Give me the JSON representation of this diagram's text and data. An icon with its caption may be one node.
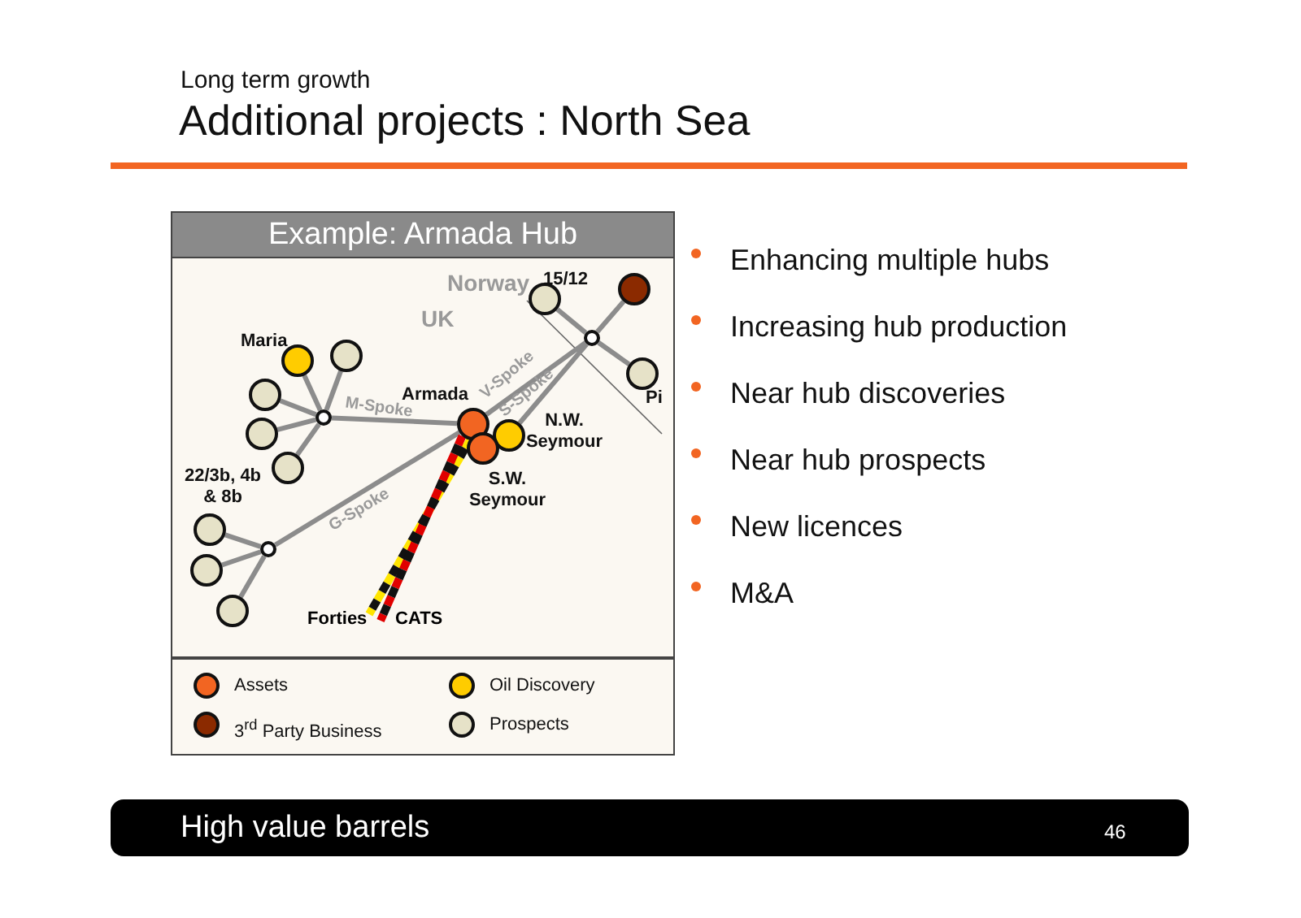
{
  "diagram": {
    "title": "Additional projects : North Sea",
    "nodes": [
      {
        "text": [
          "Example: Armada Hub"
        ]
      },
      {
        "text": [],
        "shape": "circle",
        "in": 0,
        "beside": [
          "Maria"
        ]
      },
      {
        "text": [],
        "shape": "circle",
        "in": 0
      },
      {
        "text": [],
        "shape": "circle",
        "in": 0
      },
      {
        "text": [],
        "shape": "circle",
        "in": 0
      },
      {
        "text": [],
        "shape": "circle",
        "in": 0
      },
      {
        "text": [],
        "shape": "circle",
        "in": 0
      },
      {
        "text": [],
        "shape": "circle",
        "in": 0,
        "beside": [
          "Armada"
        ]
      },
      {
        "text": [],
        "shape": "circle",
        "in": 0,
        "beside": [
          "N.W. Seymour"
        ]
      },
      {
        "text": [],
        "shape": "circle",
        "in": 0,
        "beside": [
          "S.W. Seymour"
        ]
      },
      {
        "text": [],
        "shape": "circle",
        "in": 0,
        "beside": [
          "15/12"
        ]
      },
      {
        "text": [],
        "shape": "circle",
        "in": 0
      },
      {
        "text": [],
        "shape": "circle",
        "in": 0
      },
      {
        "text": [],
        "shape": "circle",
        "in": 0,
        "beside": [
          "Pi"
        ]
      },
      {
        "text": [],
        "shape": "circle",
        "in": 0,
        "beside": [
          "22/3b, 4b & 8b"
        ]
      },
      {
        "text": [],
        "shape": "circle",
        "in": 0
      },
      {
        "text": [],
        "shape": "circle",
        "in": 0
      },
      {
        "text": [],
        "shape": "circle",
        "in": 0
      },
      {
        "text": [
          "Forties"
        ],
        "in": 0
      },
      {
        "text": [
          "CATS"
        ],
        "in": 0
      }
    ],
    "edges": [
      {
        "from": 6,
        "to": 1,
        "arrow": "none"
      },
      {
        "from": 6,
        "to": 2,
        "arrow": "none"
      },
      {
        "from": 6,
        "to": 3,
        "arrow": "none"
      },
      {
        "from": 6,
        "to": 4,
        "arrow": "none"
      },
      {
        "from": 6,
        "to": 5,
        "arrow": "none"
      },
      {
        "from": 6,
        "to": 7,
        "arrow": "none",
        "label": "M-Spoke"
      },
      {
        "from": 7,
        "to": 12,
        "arrow": "none",
        "label": "V-Spoke"
      },
      {
        "from": 8,
        "to": 12,
        "arrow": "none",
        "label": "S-Spoke"
      },
      {
        "from": 12,
        "to": 10,
        "arrow": "none"
      },
      {
        "from": 12,
        "to": 11,
        "arrow": "none"
      },
      {
        "from": 12,
        "to": 13,
        "arrow": "none"
      },
      {
        "from": 17,
        "to": 14,
        "arrow": "none"
      },
      {
        "from": 17,
        "to": 15,
        "arrow": "none"
      },
      {
        "from": 17,
        "to": 16,
        "arrow": "none"
      },
      {
        "from": 17,
        "to": 7,
        "arrow": "none",
        "label": "G-Spoke"
      },
      {
        "from": 7,
        "to": 18,
        "arrow": "none",
        "style": "dashed",
        "color": "#ffe500"
      },
      {
        "from": 7,
        "to": 19,
        "arrow": "none",
        "style": "dashed",
        "color": "#e00000"
      }
    ],
    "labels": [
      "Long term growth",
      "Norway",
      "UK",
      "Enhancing multiple hubs",
      "Increasing hub production",
      "Near hub discoveries",
      "Near hub prospects",
      "New licences",
      "M&A",
      "High value barrels",
      "46"
    ],
    "legend": [
      {
        "text": "Assets",
        "color": "#f26522"
      },
      {
        "text": "Oil Discovery",
        "color": "#ffcc00"
      },
      {
        "text": "3$^{rd}$ Party Business",
        "color": "#8b2a00"
      },
      {
        "text": "Prospects",
        "color": "#e6e2c8"
      }
    ]
  }
}
